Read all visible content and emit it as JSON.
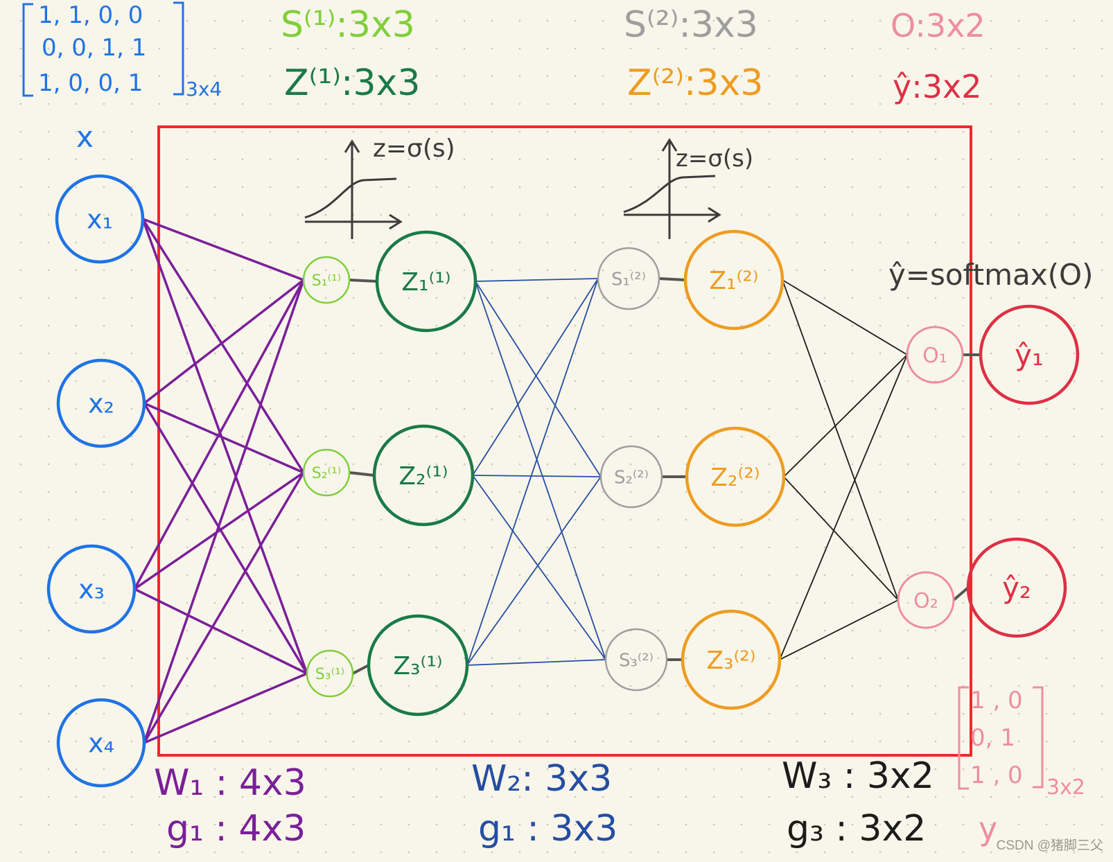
{
  "colors": {
    "input": "#1f73e6",
    "s1": "#7fcf3a",
    "z1": "#1a7a48",
    "s2": "#9e9e9e",
    "z2": "#ee9c22",
    "o": "#ee8e9e",
    "yhat": "#dd3045",
    "w1": "#7a1f9a",
    "w2": "#244ea3",
    "w3": "#1c1c1c",
    "frame": "#ee2a2a",
    "y": "#ee8e9e",
    "curve": "#3b3b3b"
  },
  "x_matrix": {
    "rows": [
      "1, 1, 0, 0",
      "0, 0, 1, 1",
      "1, 0, 0, 1"
    ],
    "size": "3x4"
  },
  "x_label": "x",
  "dims": {
    "s1": "S⁽¹⁾:3x3",
    "z1": "Z⁽¹⁾:3x3",
    "s2": "S⁽²⁾:3x3",
    "z2": "Z⁽²⁾:3x3",
    "o": "O:3x2",
    "yhat": "ŷ:3x2"
  },
  "activation_1": "z=σ(s)",
  "activation_2": "z=σ(s)",
  "softmax": "ŷ=softmax(O)",
  "nodes": {
    "inputs": [
      "x₁",
      "x₂",
      "x₃",
      "x₄"
    ],
    "s1": [
      "S₁⁽¹⁾",
      "S₂⁽¹⁾",
      "S₃⁽¹⁾"
    ],
    "z1": [
      "Z₁⁽¹⁾",
      "Z₂⁽¹⁾",
      "Z₃⁽¹⁾"
    ],
    "s2": [
      "S₁⁽²⁾",
      "S₂⁽²⁾",
      "S₃⁽²⁾"
    ],
    "z2": [
      "Z₁⁽²⁾",
      "Z₂⁽²⁾",
      "Z₃⁽²⁾"
    ],
    "o": [
      "O₁",
      "O₂"
    ],
    "yhat": [
      "ŷ₁",
      "ŷ₂"
    ]
  },
  "weights": {
    "w1": "W₁ : 4x3",
    "g1": "g₁ : 4x3",
    "w2": "W₂: 3x3",
    "g2": "g₁ : 3x3",
    "w3": "W₃ : 3x2",
    "g3": "g₃ : 3x2"
  },
  "y_matrix": {
    "rows": [
      "1 , 0",
      "0, 1",
      "1 , 0"
    ],
    "size": "3x2"
  },
  "y_label": "y",
  "watermark": "CSDN @猪脚三父"
}
